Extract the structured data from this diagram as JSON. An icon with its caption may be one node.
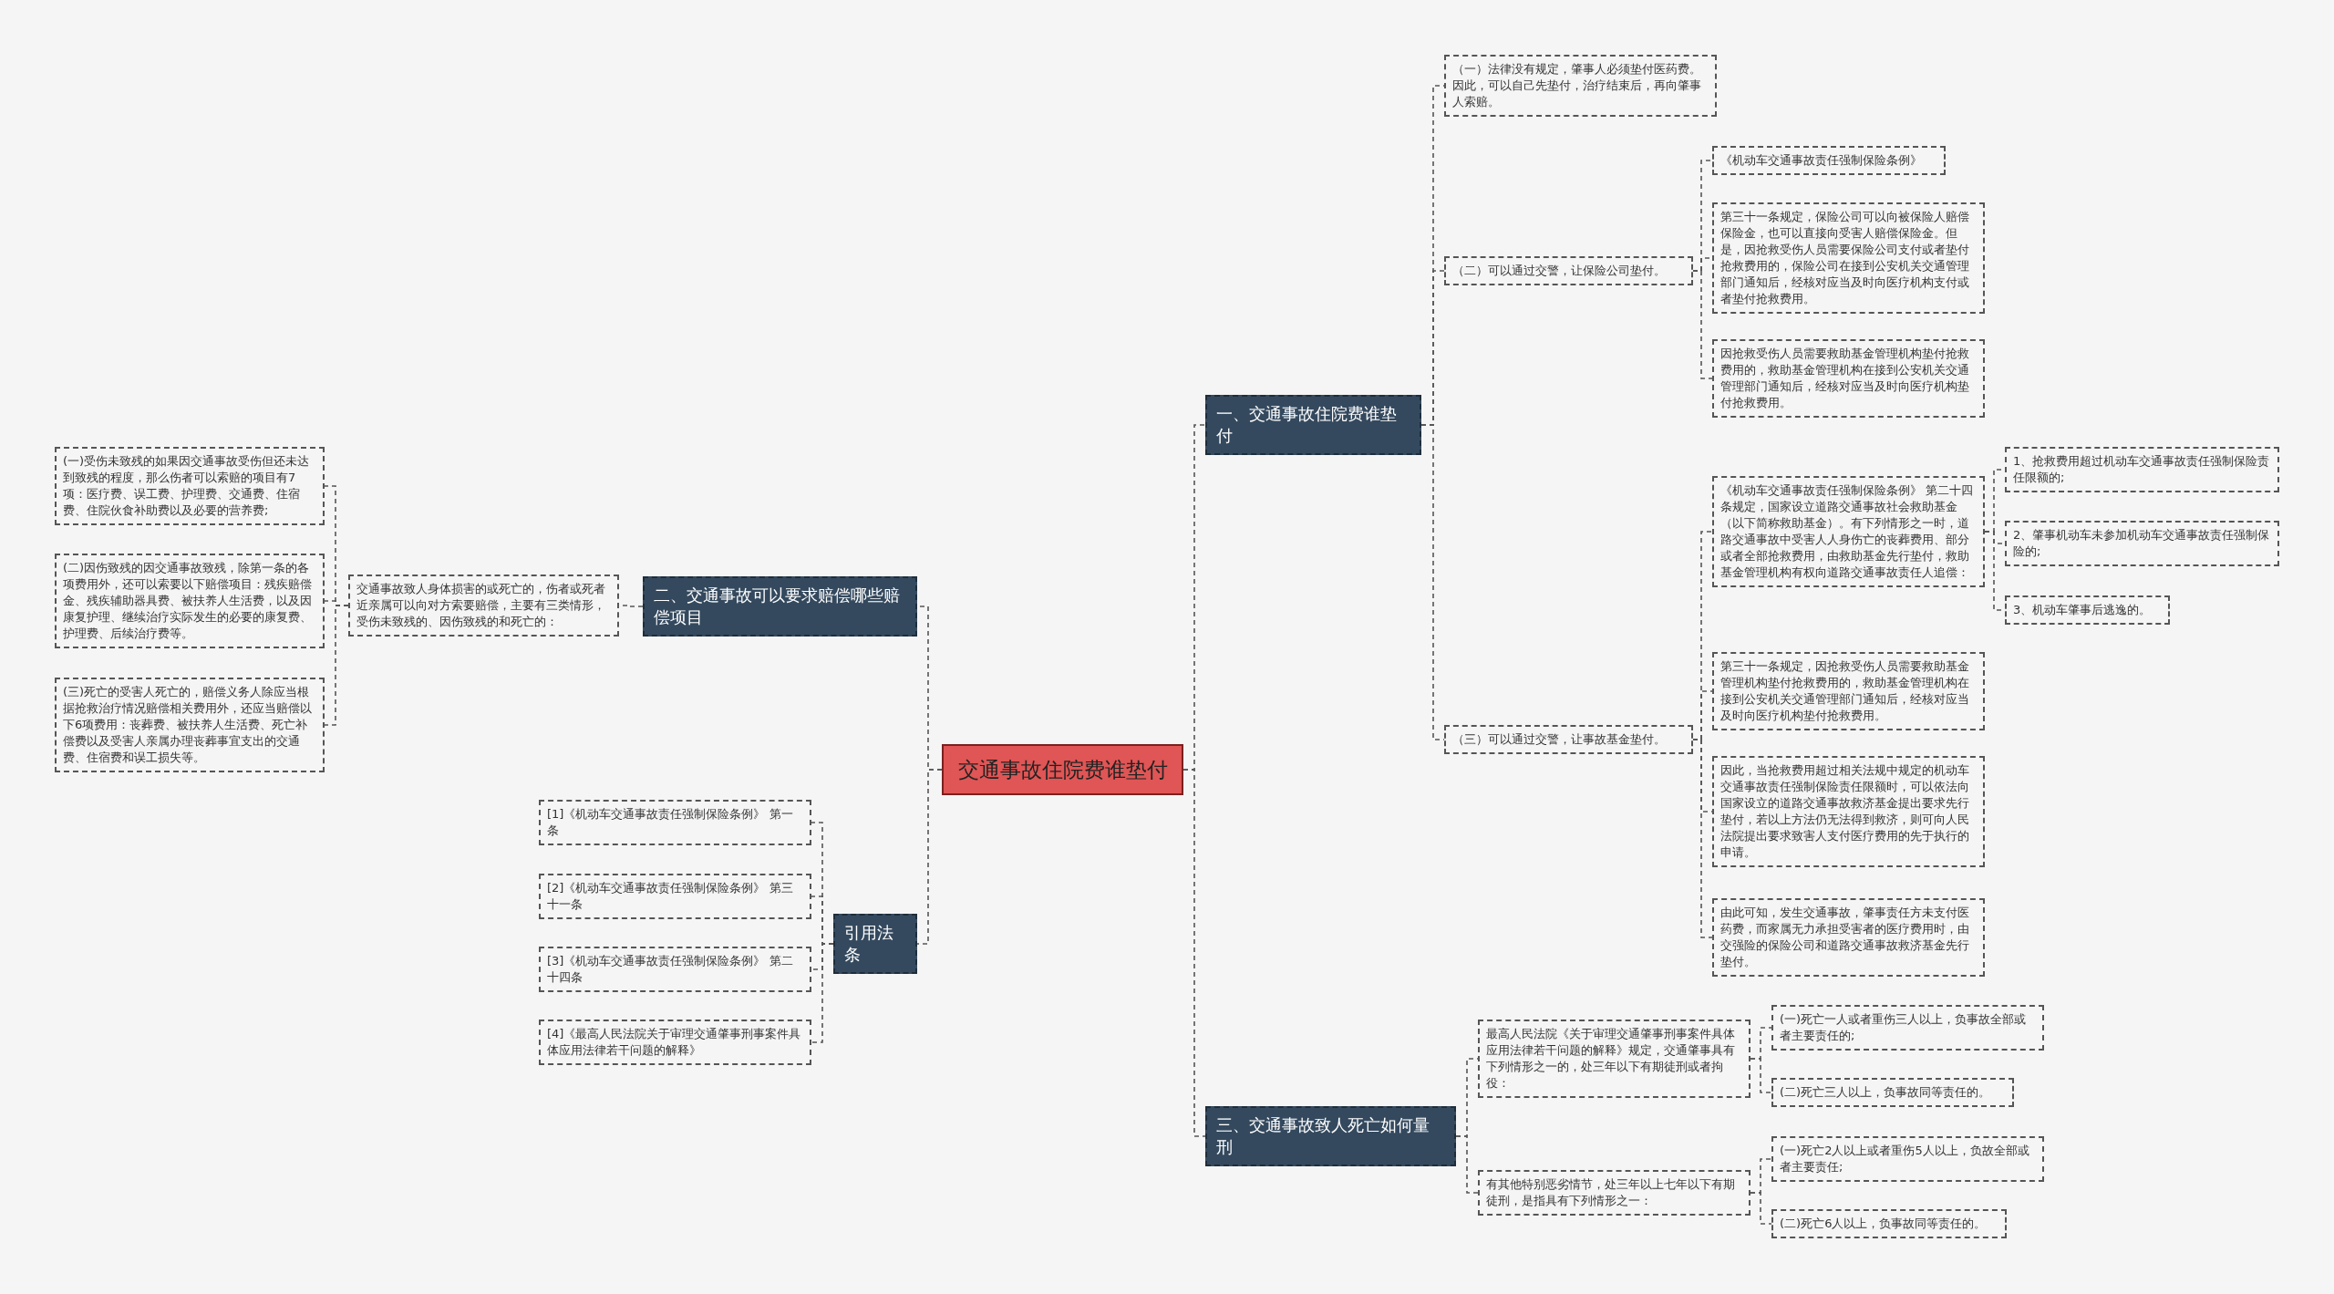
{
  "diagram": {
    "nodes": [
      {
        "text": [
          "交通事故住院费谁垫付"
        ]
      },
      {
        "text": [
          "一、交通事故住院费谁垫付"
        ]
      },
      {
        "text": [
          "（一）法律没有规定，肇事人必须垫付医药费。因此，可以自己先垫付，治疗结束后，再向肇事人索赔。"
        ]
      },
      {
        "text": [
          "（二）可以通过交警，让保险公司垫付。"
        ]
      },
      {
        "text": [
          "《机动车交通事故责任强制保险条例》"
        ]
      },
      {
        "text": [
          "第三十一条规定，保险公司可以向被保险人赔偿保险金，也可以直接向受害人赔偿保险金。但是，因抢救受伤人员需要保险公司支付或者垫付抢救费用的，保险公司在接到公安机关交通管理部门通知后，经核对应当及时向医疗机构支付或者垫付抢救费用。"
        ]
      },
      {
        "text": [
          "因抢救受伤人员需要救助基金管理机构垫付抢救费用的，救助基金管理机构在接到公安机关交通管理部门通知后，经核对应当及时向医疗机构垫付抢救费用。"
        ]
      },
      {
        "text": [
          "（三）可以通过交警，让事故基金垫付。"
        ]
      },
      {
        "text": [
          "《机动车交通事故责任强制保险条例》 第二十四条规定，国家设立道路交通事故社会救助基金（以下简称救助基金）。有下列情形之一时，道路交通事故中受害人人身伤亡的丧葬费用、部分或者全部抢救费用，由救助基金先行垫付，救助基金管理机构有权向道路交通事故责任人追偿："
        ]
      },
      {
        "text": [
          "1、抢救费用超过机动车交通事故责任强制保险责任限额的;"
        ]
      },
      {
        "text": [
          "2、肇事机动车未参加机动车交通事故责任强制保险的;"
        ]
      },
      {
        "text": [
          "3、机动车肇事后逃逸的。"
        ]
      },
      {
        "text": [
          "第三十一条规定，因抢救受伤人员需要救助基金管理机构垫付抢救费用的，救助基金管理机构在接到公安机关交通管理部门通知后，经核对应当及时向医疗机构垫付抢救费用。"
        ]
      },
      {
        "text": [
          "因此，当抢救费用超过相关法规中规定的机动车交通事故责任强制保险责任限额时，可以依法向国家设立的道路交通事故救济基金提出要求先行垫付，若以上方法仍无法得到救济，则可向人民法院提出要求致害人支付医疗费用的先于执行的申请。"
        ]
      },
      {
        "text": [
          "由此可知，发生交通事故，肇事责任方未支付医药费，而家属无力承担受害者的医疗费用时，由交强险的保险公司和道路交通事故救济基金先行垫付。"
        ]
      },
      {
        "text": [
          "三、交通事故致人死亡如何量刑"
        ]
      },
      {
        "text": [
          "最高人民法院《关于审理交通肇事刑事案件具体应用法律若干问题的解释》规定，交通肇事具有下列情形之一的，处三年以下有期徒刑或者拘役："
        ]
      },
      {
        "text": [
          "(一)死亡一人或者重伤三人以上，负事故全部或者主要责任的;"
        ]
      },
      {
        "text": [
          "(二)死亡三人以上，负事故同等责任的。"
        ]
      },
      {
        "text": [
          "有其他特别恶劣情节，处三年以上七年以下有期徒刑，是指具有下列情形之一："
        ]
      },
      {
        "text": [
          "(一)死亡2人以上或者重伤5人以上，负故全部或者主要责任;"
        ]
      },
      {
        "text": [
          "(二)死亡6人以上，负事故同等责任的。"
        ]
      },
      {
        "text": [
          "二、交通事故可以要求赔偿哪些赔偿项目"
        ]
      },
      {
        "text": [
          "交通事故致人身体损害的或死亡的，伤者或死者近亲属可以向对方索要赔偿，主要有三类情形，受伤未致残的、因伤致残的和死亡的："
        ]
      },
      {
        "text": [
          "(一)受伤未致残的如果因交通事故受伤但还未达到致残的程度，那么伤者可以索赔的项目有7项：医疗费、误工费、护理费、交通费、住宿费、住院伙食补助费以及必要的营养费;"
        ]
      },
      {
        "text": [
          "(二)因伤致残的因交通事故致残，除第一条的各项费用外，还可以索要以下赔偿项目：残疾赔偿金、残疾辅助器具费、被扶养人生活费，以及因康复护理、继续治疗实际发生的必要的康复费、护理费、后续治疗费等。"
        ]
      },
      {
        "text": [
          "(三)死亡的受害人死亡的，赔偿义务人除应当根据抢救治疗情况赔偿相关费用外，还应当赔偿以下6项费用：丧葬费、被扶养人生活费、死亡补偿费以及受害人亲属办理丧葬事宜支出的交通费、住宿费和误工损失等。"
        ]
      },
      {
        "text": [
          "引用法条"
        ]
      },
      {
        "text": [
          "[1]《机动车交通事故责任强制保险条例》 第一条"
        ]
      },
      {
        "text": [
          "[2]《机动车交通事故责任强制保险条例》 第三十一条"
        ]
      },
      {
        "text": [
          "[3]《机动车交通事故责任强制保险条例》 第二十四条"
        ]
      },
      {
        "text": [
          "[4]《最高人民法院关于审理交通肇事刑事案件具体应用法律若干问题的解释》"
        ]
      }
    ],
    "edges": [
      {
        "from": 0,
        "to": 1,
        "arrow": "none"
      },
      {
        "from": 1,
        "to": 2,
        "arrow": "none"
      },
      {
        "from": 1,
        "to": 3,
        "arrow": "none"
      },
      {
        "from": 3,
        "to": 4,
        "arrow": "none"
      },
      {
        "from": 3,
        "to": 5,
        "arrow": "none"
      },
      {
        "from": 3,
        "to": 6,
        "arrow": "none"
      },
      {
        "from": 1,
        "to": 7,
        "arrow": "none"
      },
      {
        "from": 7,
        "to": 8,
        "arrow": "none"
      },
      {
        "from": 8,
        "to": 9,
        "arrow": "none"
      },
      {
        "from": 8,
        "to": 10,
        "arrow": "none"
      },
      {
        "from": 8,
        "to": 11,
        "arrow": "none"
      },
      {
        "from": 7,
        "to": 12,
        "arrow": "none"
      },
      {
        "from": 7,
        "to": 13,
        "arrow": "none"
      },
      {
        "from": 7,
        "to": 14,
        "arrow": "none"
      },
      {
        "from": 0,
        "to": 15,
        "arrow": "none"
      },
      {
        "from": 15,
        "to": 16,
        "arrow": "none"
      },
      {
        "from": 16,
        "to": 17,
        "arrow": "none"
      },
      {
        "from": 16,
        "to": 18,
        "arrow": "none"
      },
      {
        "from": 15,
        "to": 19,
        "arrow": "none"
      },
      {
        "from": 19,
        "to": 20,
        "arrow": "none"
      },
      {
        "from": 19,
        "to": 21,
        "arrow": "none"
      },
      {
        "from": 0,
        "to": 22,
        "arrow": "none"
      },
      {
        "from": 22,
        "to": 23,
        "arrow": "none"
      },
      {
        "from": 23,
        "to": 24,
        "arrow": "none"
      },
      {
        "from": 23,
        "to": 25,
        "arrow": "none"
      },
      {
        "from": 23,
        "to": 26,
        "arrow": "none"
      },
      {
        "from": 0,
        "to": 27,
        "arrow": "none"
      },
      {
        "from": 27,
        "to": 28,
        "arrow": "none"
      },
      {
        "from": 27,
        "to": 29,
        "arrow": "none"
      },
      {
        "from": 27,
        "to": 30,
        "arrow": "none"
      },
      {
        "from": 27,
        "to": 31,
        "arrow": "none"
      }
    ]
  }
}
